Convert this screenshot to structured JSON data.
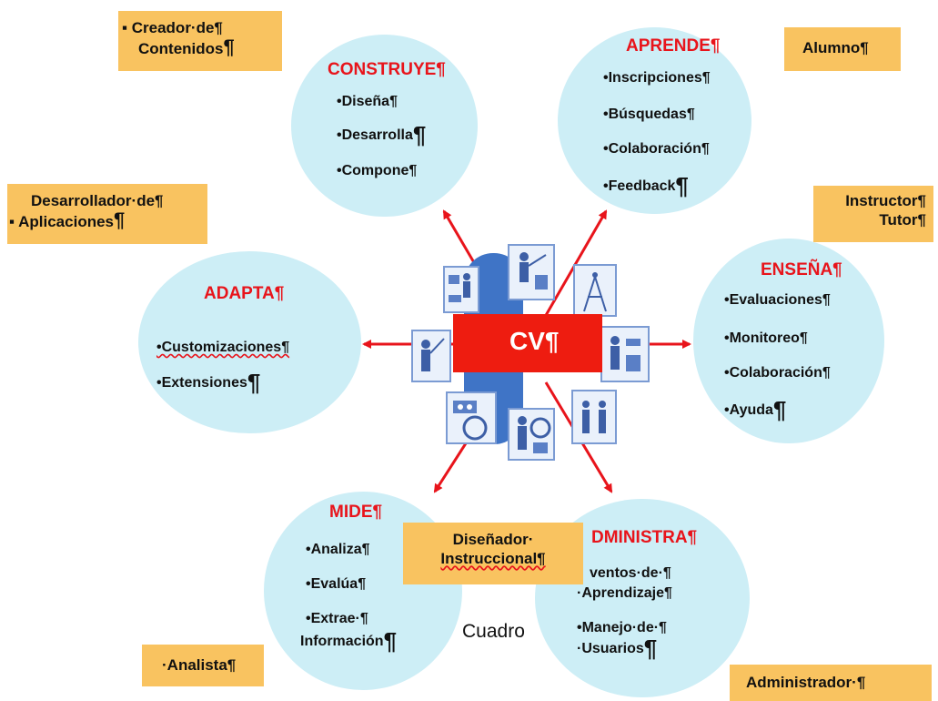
{
  "center": {
    "label": "CV¶"
  },
  "circles": {
    "construye": {
      "title": "CONSTRUYE¶",
      "items": [
        "•Diseña¶",
        "•Desarrolla",
        "•Compone¶"
      ]
    },
    "aprende": {
      "title": "APRENDE¶",
      "items": [
        "•Inscripciones¶",
        "•Búsquedas¶",
        "•Colaboración¶",
        "•Feedback"
      ]
    },
    "ensena": {
      "title": "ENSEÑA¶",
      "items": [
        "•Evaluaciones¶",
        "•Monitoreo¶",
        "•Colaboración¶",
        "•Ayuda"
      ]
    },
    "adapta": {
      "title": "ADAPTA¶",
      "items": [
        "•Customizaciones¶",
        "•Extensiones"
      ]
    },
    "mide": {
      "title": "MIDE¶",
      "items": [
        "•Analiza¶",
        "•Evalúa¶",
        "•Extrae·¶",
        "Información"
      ]
    },
    "administra": {
      "title": "DMINISTRA¶",
      "items": [
        "ventos·de·¶",
        "·Aprendizaje¶",
        "•Manejo·de·¶",
        "·Usuarios"
      ]
    }
  },
  "roles": {
    "creador": [
      "▪ Creador·de¶",
      "Contenidos"
    ],
    "alumno": [
      "Alumno¶"
    ],
    "desarrollador": [
      "Desarrollador·de¶",
      "▪ Aplicaciones"
    ],
    "instructor": [
      "Instructor¶",
      "Tutor¶"
    ],
    "disenador": [
      "Diseñador·",
      "Instruccional¶"
    ],
    "analista": [
      "·Analista¶"
    ],
    "administrador": [
      "Administrador·¶"
    ]
  },
  "caption": {
    "text": "Cuadro"
  },
  "pilcrow": "¶",
  "colors": {
    "circle": "#cdeef6",
    "title": "#e8141b",
    "role_box": "#f9c360",
    "center": "#ee1c10",
    "arrow": "#e8141b"
  },
  "icons": [
    "computer-person-icon",
    "teacher-board-icon",
    "antenna-icon",
    "teacher-pointer-icon",
    "presenter-icon",
    "tape-reel-icon",
    "person-computer-icon",
    "people-icon"
  ]
}
